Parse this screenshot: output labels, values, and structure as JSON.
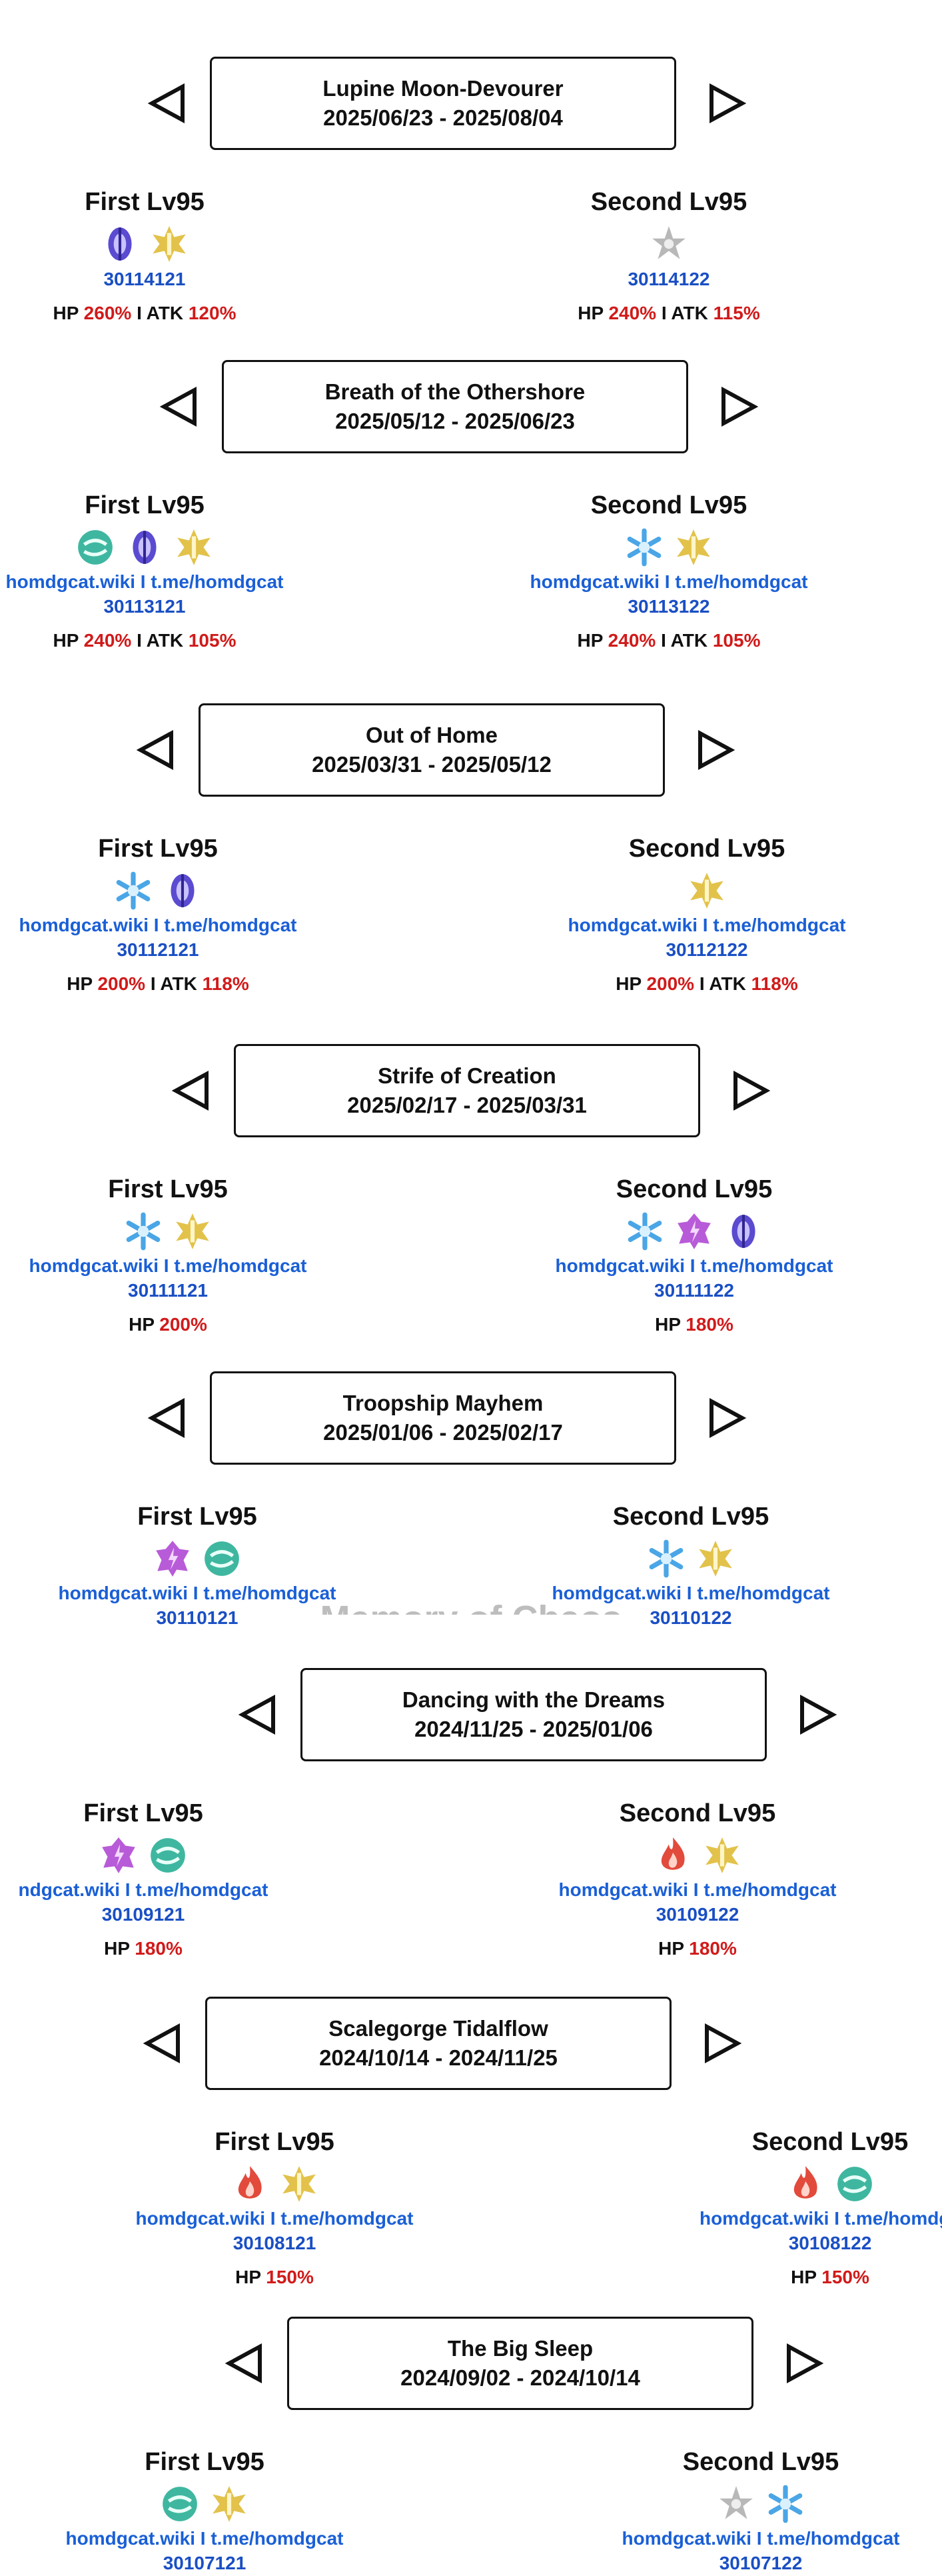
{
  "page": {
    "section_heading": "Memory of Chaos",
    "prev_label": "previous",
    "next_label": "next"
  },
  "icon_colors": {
    "electro": "#6f5bd0",
    "geo": "#e2c24a",
    "anemo": "#3fb7a0",
    "cryo": "#4aa6e6",
    "pyro": "#e24a3b",
    "physical": "#b8b8b8",
    "quantum": "#5b4bd0",
    "lightning": "#b85bd8"
  },
  "cycles": [
    {
      "title": "Lupine Moon-Devourer",
      "dates": "2025/06/23 - 2025/08/04",
      "first": {
        "label": "First Lv95",
        "icons": [
          "quantum",
          "geo"
        ],
        "watermark": "",
        "code": "30114121",
        "hp_label": "HP",
        "hp": "260%",
        "sep": "I",
        "atk_label": "ATK",
        "atk": "120%"
      },
      "second": {
        "label": "Second Lv95",
        "icons": [
          "physical"
        ],
        "watermark": "",
        "code": "30114122",
        "hp_label": "HP",
        "hp": "240%",
        "sep": "I",
        "atk_label": "ATK",
        "atk": "115%"
      }
    },
    {
      "title": "Breath of the Othershore",
      "dates": "2025/05/12 - 2025/06/23",
      "first": {
        "label": "First Lv95",
        "icons": [
          "anemo",
          "quantum",
          "geo"
        ],
        "watermark": "homdgcat.wiki I t.me/homdgcat",
        "code": "30113121",
        "hp_label": "HP",
        "hp": "240%",
        "sep": "I",
        "atk_label": "ATK",
        "atk": "105%"
      },
      "second": {
        "label": "Second Lv95",
        "icons": [
          "cryo",
          "geo"
        ],
        "watermark": "homdgcat.wiki I t.me/homdgcat",
        "code": "30113122",
        "hp_label": "HP",
        "hp": "240%",
        "sep": "I",
        "atk_label": "ATK",
        "atk": "105%"
      }
    },
    {
      "title": "Out of Home",
      "dates": "2025/03/31 - 2025/05/12",
      "first": {
        "label": "First Lv95",
        "icons": [
          "cryo",
          "quantum"
        ],
        "watermark": "homdgcat.wiki I t.me/homdgcat",
        "code": "30112121",
        "hp_label": "HP",
        "hp": "200%",
        "sep": "I",
        "atk_label": "ATK",
        "atk": "118%"
      },
      "second": {
        "label": "Second Lv95",
        "icons": [
          "geo"
        ],
        "watermark": "homdgcat.wiki I t.me/homdgcat",
        "code": "30112122",
        "hp_label": "HP",
        "hp": "200%",
        "sep": "I",
        "atk_label": "ATK",
        "atk": "118%"
      }
    },
    {
      "title": "Strife of Creation",
      "dates": "2025/02/17 - 2025/03/31",
      "first": {
        "label": "First Lv95",
        "icons": [
          "cryo",
          "geo"
        ],
        "watermark": "homdgcat.wiki I t.me/homdgcat",
        "code": "30111121",
        "hp_label": "HP",
        "hp": "200%",
        "sep": "",
        "atk_label": "",
        "atk": ""
      },
      "second": {
        "label": "Second Lv95",
        "icons": [
          "cryo",
          "lightning",
          "quantum"
        ],
        "watermark": "homdgcat.wiki I t.me/homdgcat",
        "code": "30111122",
        "hp_label": "HP",
        "hp": "180%",
        "sep": "",
        "atk_label": "",
        "atk": ""
      }
    },
    {
      "title": "Troopship Mayhem",
      "dates": "2025/01/06 - 2025/02/17",
      "first": {
        "label": "First Lv95",
        "icons": [
          "lightning",
          "anemo"
        ],
        "watermark": "homdgcat.wiki I t.me/homdgcat",
        "code": "30110121",
        "hp_label": "",
        "hp": "",
        "sep": "",
        "atk_label": "",
        "atk": ""
      },
      "second": {
        "label": "Second Lv95",
        "icons": [
          "cryo",
          "geo"
        ],
        "watermark": "homdgcat.wiki I t.me/homdgcat",
        "code": "30110122",
        "hp_label": "",
        "hp": "",
        "sep": "",
        "atk_label": "",
        "atk": ""
      }
    },
    {
      "title": "Dancing with the Dreams",
      "dates": "2024/11/25 - 2025/01/06",
      "first": {
        "label": "First Lv95",
        "icons": [
          "lightning",
          "anemo"
        ],
        "watermark": "ndgcat.wiki I t.me/homdgcat",
        "code": "30109121",
        "hp_label": "HP",
        "hp": "180%",
        "sep": "",
        "atk_label": "",
        "atk": ""
      },
      "second": {
        "label": "Second Lv95",
        "icons": [
          "pyro",
          "geo"
        ],
        "watermark": "homdgcat.wiki I t.me/homdgcat",
        "code": "30109122",
        "hp_label": "HP",
        "hp": "180%",
        "sep": "",
        "atk_label": "",
        "atk": ""
      }
    },
    {
      "title": "Scalegorge Tidalflow",
      "dates": "2024/10/14 - 2024/11/25",
      "first": {
        "label": "First Lv95",
        "icons": [
          "pyro",
          "geo"
        ],
        "watermark": "homdgcat.wiki I t.me/homdgcat",
        "code": "30108121",
        "hp_label": "HP",
        "hp": "150%",
        "sep": "",
        "atk_label": "",
        "atk": ""
      },
      "second": {
        "label": "Second Lv95",
        "icons": [
          "pyro",
          "anemo"
        ],
        "watermark": "homdgcat.wiki I t.me/homdgc",
        "code": "30108122",
        "hp_label": "HP",
        "hp": "150%",
        "sep": "",
        "atk_label": "",
        "atk": ""
      }
    },
    {
      "title": "The Big Sleep",
      "dates": "2024/09/02 - 2024/10/14",
      "first": {
        "label": "First Lv95",
        "icons": [
          "anemo",
          "geo"
        ],
        "watermark": "homdgcat.wiki I t.me/homdgcat",
        "code": "30107121",
        "hp_label": "",
        "hp": "",
        "sep": "",
        "atk_label": "",
        "atk": ""
      },
      "second": {
        "label": "Second Lv95",
        "icons": [
          "physical",
          "cryo"
        ],
        "watermark": "homdgcat.wiki I t.me/homdgcat",
        "code": "30107122",
        "hp_label": "",
        "hp": "",
        "sep": "",
        "atk_label": "",
        "atk": ""
      }
    }
  ]
}
